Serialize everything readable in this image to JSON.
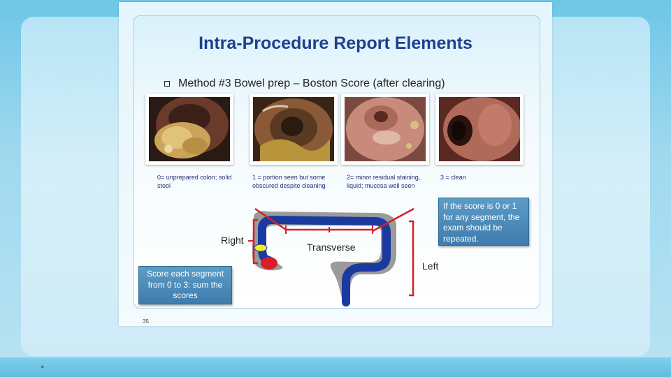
{
  "slide": {
    "title": "Intra-Procedure Report Elements",
    "bullet": "Method #3 Bowel prep – Boston Score (after clearing)",
    "page_number": "35"
  },
  "images": [
    {
      "caption": "0= unprepared colon; solid stool"
    },
    {
      "caption": "1 = portion seen but some obscured despite cleaning"
    },
    {
      "caption": "2= minor residual staining,  liquid; mucosa well seen"
    },
    {
      "caption": "3 = clean"
    }
  ],
  "diagram": {
    "right_label": "Right",
    "transverse_label": "Transverse",
    "left_label": "Left"
  },
  "callouts": {
    "repeat_note": "If the score is 0 or 1 for any segment, the exam should be repeated.",
    "scoring_note": "Score each segment from 0 to 3: sum the scores"
  },
  "colors": {
    "title": "#1f3f8f",
    "colon_blue": "#1a3aa0",
    "marker_red": "#d81e28",
    "callout_bg": "#4a88b8"
  }
}
